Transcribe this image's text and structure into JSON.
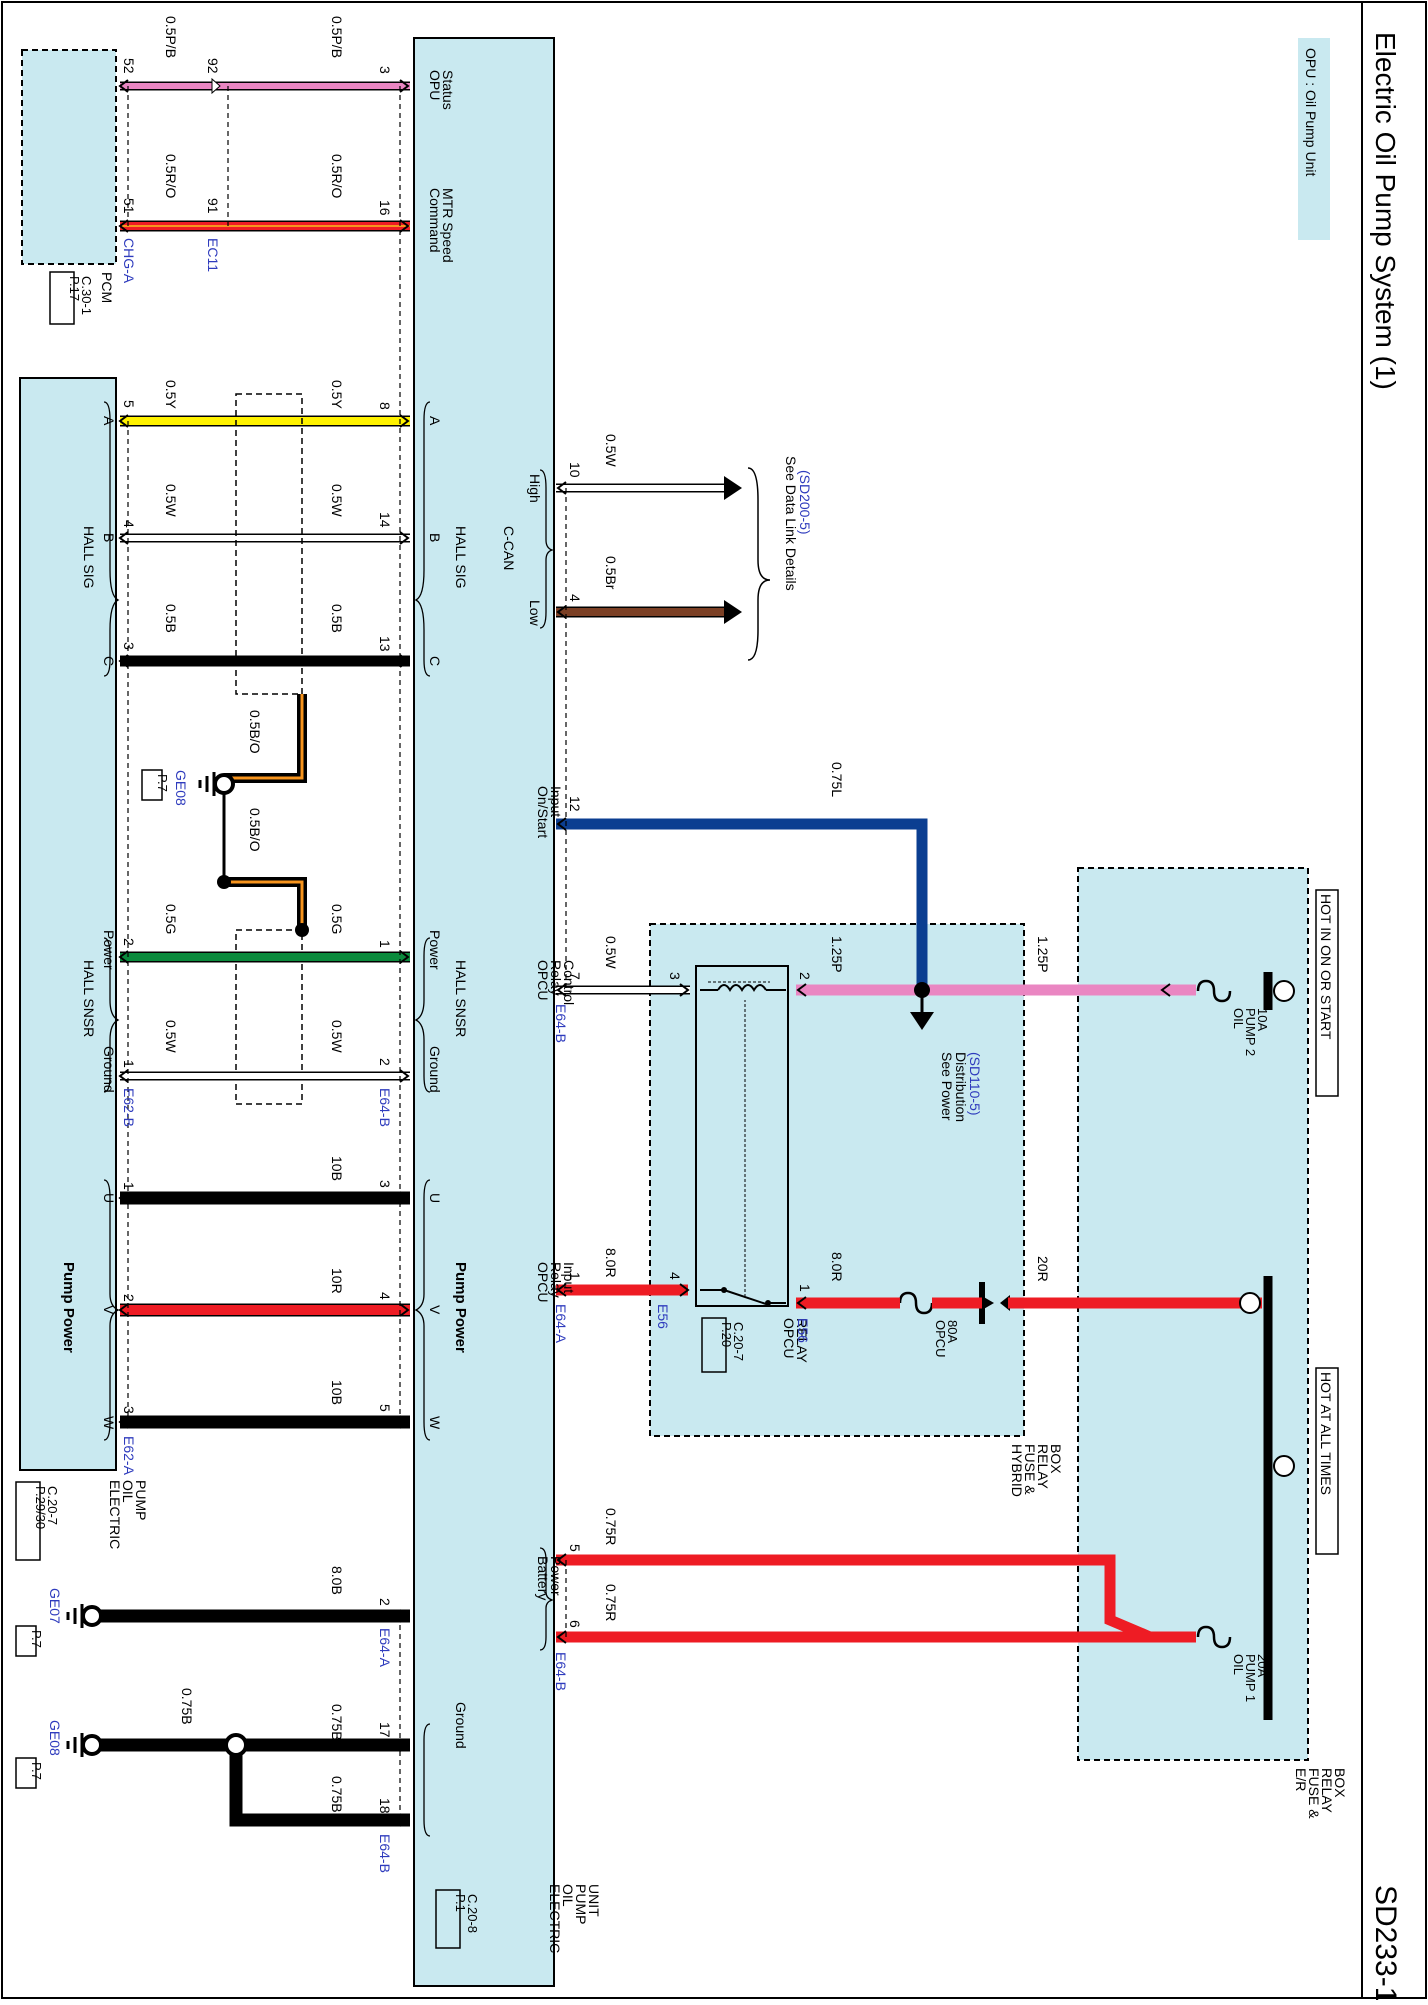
{
  "header": {
    "title": "Electric Oil Pump System (1)",
    "page_code": "SD233-1",
    "legend_note": "OPU : Oil Pump Unit"
  },
  "colors": {
    "component_fill": "#c9e9f0",
    "wire_pink": "#ea86c2",
    "wire_red": "#ee1c24",
    "wire_red_orange_stripe": "#f7941d",
    "wire_yellow": "#fff200",
    "wire_white": "#ffffff",
    "wire_black": "#000000",
    "wire_brown": "#7b3f24",
    "wire_blue": "#0b3e91",
    "wire_green": "#0a8a3c",
    "link_blue": "#2e3bbd"
  },
  "power_labels": {
    "hot_in_on_or_start": "HOT IN ON OR START",
    "hot_at_all_times": "HOT AT ALL TIMES"
  },
  "components": {
    "er_fuse_box": {
      "name_lines": [
        "E/R",
        "FUSE &",
        "RELAY",
        "BOX"
      ]
    },
    "hybrid_fuse_box": {
      "name_lines": [
        "HYBRID",
        "FUSE &",
        "RELAY",
        "BOX"
      ]
    },
    "opu": {
      "name_lines": [
        "ELECTRIC",
        "OIL",
        "PUMP",
        "UNIT"
      ],
      "ref_lines": [
        "P.1",
        "C.20-8"
      ]
    },
    "pcm": {
      "name": "PCM",
      "ref_lines": [
        "P.17",
        "C.30-1"
      ]
    },
    "pump": {
      "name_lines": [
        "ELECTRIC",
        "OIL",
        "PUMP"
      ],
      "ref_lines": [
        "P.29/30",
        "C.20-7"
      ]
    },
    "opcu_relay": {
      "name_lines": [
        "OPCU",
        "RELAY"
      ],
      "ref_lines": [
        "P.20",
        "C.20-7"
      ]
    }
  },
  "fuses": {
    "oil_pump_2": {
      "lines": [
        "OIL",
        "PUMP 2",
        "10A"
      ]
    },
    "oil_pump_1": {
      "lines": [
        "OIL",
        "PUMP 1",
        "20A"
      ]
    },
    "opcu": {
      "lines": [
        "OPCU",
        "80A"
      ]
    }
  },
  "pin_labels": {
    "opu_status": [
      "OPU",
      "Status"
    ],
    "command_mtr": [
      "Command",
      "MTR Speed"
    ],
    "c_can": "C-CAN",
    "high": "High",
    "low": "Low",
    "hall_sig": "HALL SIG",
    "hall_snsr": "HALL SNSR",
    "on_start": [
      "On/Start",
      "Input"
    ],
    "opcu_relay_control": [
      "OPCU",
      "Relay",
      "Control"
    ],
    "opcu_relay_input": [
      "OPCU",
      "Relay",
      "Input"
    ],
    "battery_power": [
      "Battery",
      "Power"
    ],
    "ground": "Ground",
    "power": "Power",
    "pump_power": "Pump Power",
    "a": "A",
    "b": "B",
    "c": "C",
    "u": "U",
    "v": "V",
    "w": "W"
  },
  "connectors": {
    "chg_a": "CHG-A",
    "ec11": "EC11",
    "e56": "E56",
    "e64_a": "E64-A",
    "e64_b": "E64-B",
    "e62_a": "E62-A",
    "e62_b": "E62-B",
    "ge07": "GE07",
    "ge08": "GE08",
    "p7": "P.7"
  },
  "references": {
    "data_link": [
      "See Data Link Details",
      "(SD200-5)"
    ],
    "power_dist": [
      "See Power",
      "Distribution",
      "(SD110-5)"
    ]
  },
  "pins": {
    "p52": "52",
    "p92": "92",
    "p3": "3",
    "p51": "51",
    "p91": "91",
    "p16": "16",
    "p8": "8",
    "p5": "5",
    "p14": "14",
    "p4": "4",
    "p13": "13",
    "p1": "1",
    "p2": "2",
    "p10": "10",
    "p12": "12",
    "p7": "7",
    "p6": "6",
    "p17": "17",
    "p18": "18"
  },
  "wire_specs": {
    "w05pb": "0.5P/B",
    "w05ro": "0.5R/O",
    "w05y": "0.5Y",
    "w05w": "0.5W",
    "w05b": "0.5B",
    "w05bo": "0.5B/O",
    "w05g": "0.5G",
    "w05br": "0.5Br",
    "w075l": "0.75L",
    "w125p": "1.25P",
    "w80r": "8.0R",
    "w20r": "20R",
    "w10b": "10B",
    "w10r": "10R",
    "w80b": "8.0B",
    "w075r": "0.75R",
    "w075b": "0.75B"
  }
}
